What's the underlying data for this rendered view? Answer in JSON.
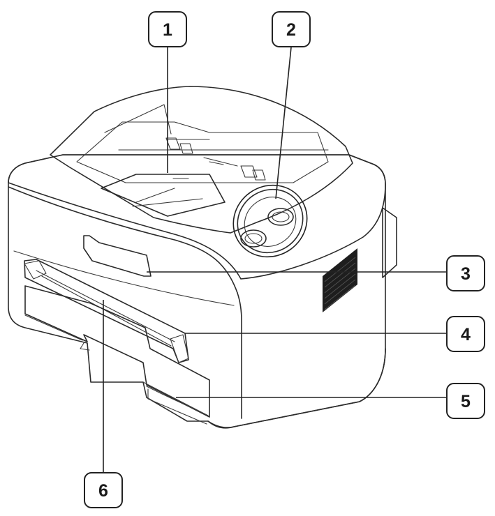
{
  "callouts": [
    {
      "label": "1"
    },
    {
      "label": "2"
    },
    {
      "label": "3"
    },
    {
      "label": "4"
    },
    {
      "label": "5"
    },
    {
      "label": "6"
    }
  ],
  "colors": {
    "outline": "#2b2b2b",
    "fill_light": "#f4f4f4",
    "fill_white": "#ffffff",
    "vent": "#1e1e1e"
  }
}
